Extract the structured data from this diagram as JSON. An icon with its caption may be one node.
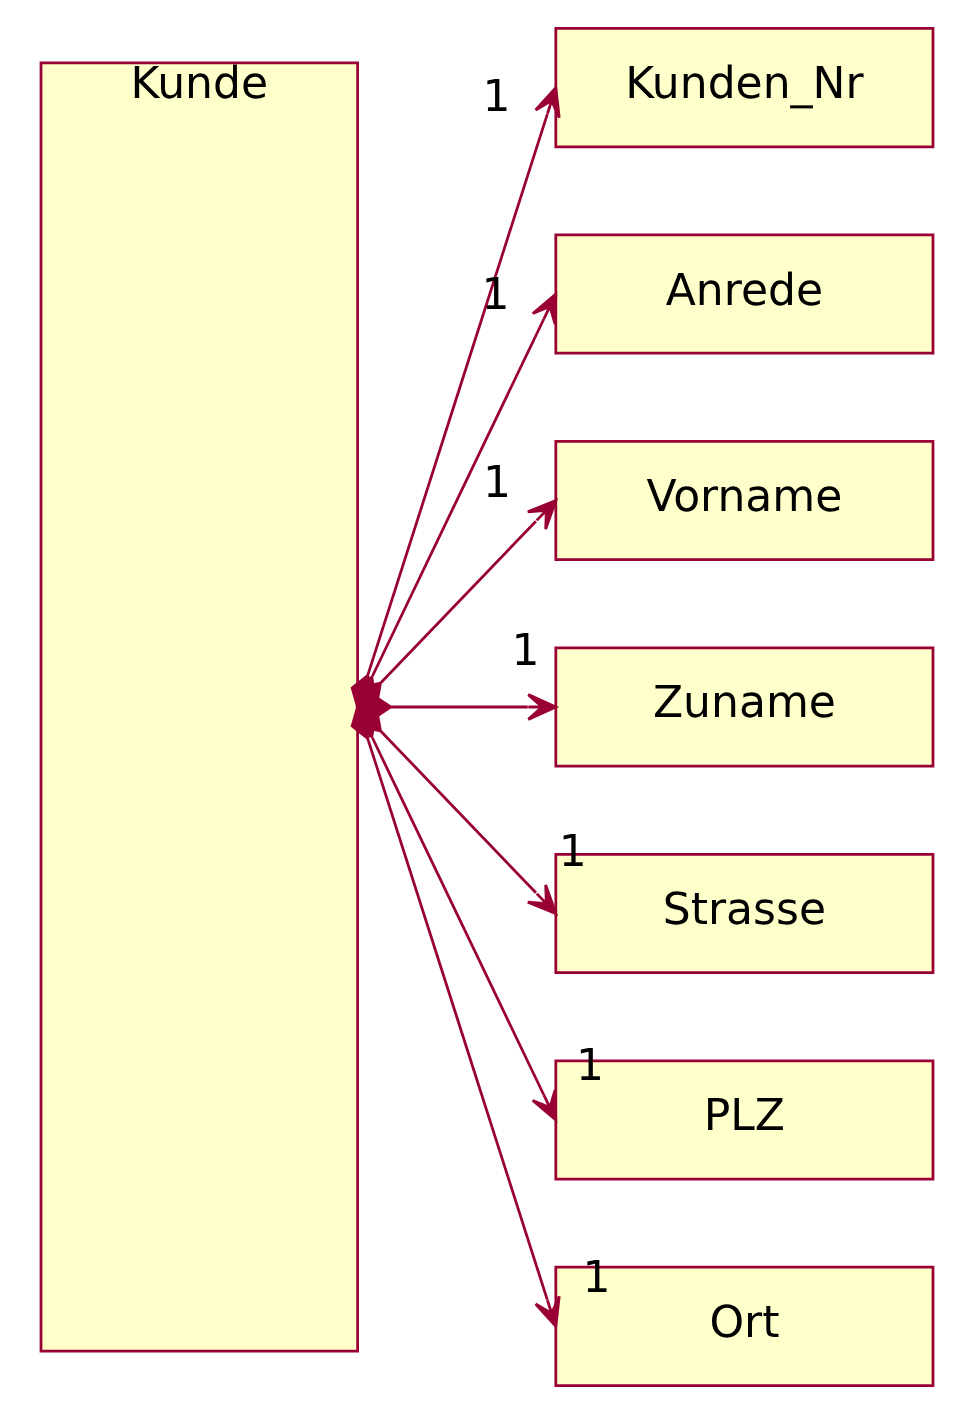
{
  "diagram": {
    "nodes": [
      {
        "text": [
          "Kunde"
        ]
      },
      {
        "text": [
          "Kunden_Nr"
        ]
      },
      {
        "text": [
          "Anrede"
        ]
      },
      {
        "text": [
          "Vorname"
        ]
      },
      {
        "text": [
          "Zuname"
        ]
      },
      {
        "text": [
          "Strasse"
        ]
      },
      {
        "text": [
          "PLZ"
        ]
      },
      {
        "text": [
          "Ort"
        ]
      }
    ],
    "edges": [
      {
        "from": 0,
        "to": 1,
        "arrow": "to",
        "label": "1"
      },
      {
        "from": 0,
        "to": 2,
        "arrow": "to",
        "label": "1"
      },
      {
        "from": 0,
        "to": 3,
        "arrow": "to",
        "label": "1"
      },
      {
        "from": 0,
        "to": 4,
        "arrow": "to",
        "label": "1"
      },
      {
        "from": 0,
        "to": 5,
        "arrow": "to",
        "label": "1"
      },
      {
        "from": 0,
        "to": 6,
        "arrow": "to",
        "label": "1"
      },
      {
        "from": 0,
        "to": 7,
        "arrow": "to",
        "label": "1"
      }
    ]
  }
}
